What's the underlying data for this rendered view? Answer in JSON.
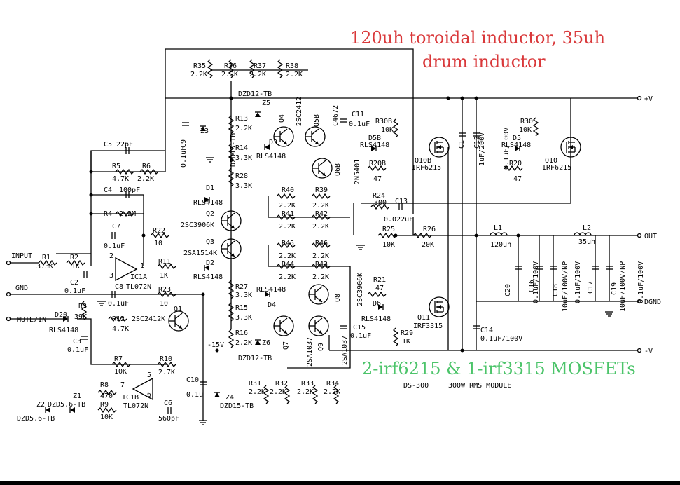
{
  "notes": {
    "inductor_note_line1": "120uh toroidal inductor, 35uh",
    "inductor_note_line2": "drum inductor",
    "mosfet_note": "2-irf6215 & 1-irf3315 MOSFETs",
    "note_color_red": "#d9383a",
    "note_color_green": "#4cc46a"
  },
  "footer": {
    "model": "DS-300",
    "description": "300W RMS MODULE"
  },
  "ports": {
    "input": "INPUT",
    "gnd": "GND",
    "mute": "MUTE/IN",
    "pos_rail": "+V",
    "neg_rail": "-V",
    "out": "OUT",
    "dgnd": "DGND",
    "neg15": "-15V"
  },
  "components": {
    "R1": [
      "R1",
      "3.3K"
    ],
    "R2": [
      "R2",
      "1K"
    ],
    "R3": [
      "R3",
      "39K"
    ],
    "R4": [
      "R4",
      "2.2M"
    ],
    "R5": [
      "R5",
      "4.7K"
    ],
    "R6": [
      "R6",
      "2.2K"
    ],
    "R7": [
      "R7",
      "10K"
    ],
    "R8": [
      "R8",
      "470"
    ],
    "R9": [
      "R9",
      "10K"
    ],
    "R10": [
      "R10",
      "2.7K"
    ],
    "R11": [
      "R11",
      "1K"
    ],
    "R12": [
      "R12",
      "4.7K"
    ],
    "R13": [
      "R13",
      "2.2K"
    ],
    "R14": [
      "R14",
      "3.3K"
    ],
    "R15": [
      "R15",
      "3.3K"
    ],
    "R16": [
      "R16",
      "2.2K"
    ],
    "R20": [
      "R20",
      "47"
    ],
    "R20B": [
      "R20B",
      "47"
    ],
    "R21": [
      "R21",
      "47"
    ],
    "R22": [
      "R22",
      "10"
    ],
    "R23": [
      "R23",
      "10"
    ],
    "R24": [
      "R24",
      "300"
    ],
    "R25": [
      "R25",
      "10K"
    ],
    "R26": [
      "R26",
      "20K"
    ],
    "R27": [
      "R27",
      "3.3K"
    ],
    "R28": [
      "R28",
      "3.3K"
    ],
    "R29": [
      "R29",
      "1K"
    ],
    "R30": [
      "R30",
      "10K"
    ],
    "R30B": [
      "R30B",
      "10K"
    ],
    "R31": [
      "R31",
      "2.2K"
    ],
    "R32": [
      "R32",
      "2.2K"
    ],
    "R33": [
      "R33",
      "2.2K"
    ],
    "R34": [
      "R34",
      "2.2K"
    ],
    "R35": [
      "R35",
      "2.2K"
    ],
    "R36": [
      "R36",
      "2.2K"
    ],
    "R37": [
      "R37",
      "2.2K"
    ],
    "R38": [
      "R38",
      "2.2K"
    ],
    "R39": [
      "R39",
      "2.2K"
    ],
    "R40": [
      "R40",
      "2.2K"
    ],
    "R41": [
      "R41",
      "2.2K"
    ],
    "R42": [
      "R42",
      "2.2K"
    ],
    "R43": [
      "R43",
      "2.2K"
    ],
    "R44": [
      "R44",
      "2.2K"
    ],
    "R45": [
      "R45",
      "2.2K"
    ],
    "R46": [
      "R46",
      "2.2K"
    ],
    "C1": [
      "C1",
      "1uF/200V"
    ],
    "C2": [
      "C2",
      "0.1uF"
    ],
    "C3": [
      "C3",
      "0.1uF"
    ],
    "C4": [
      "C4",
      "100pF"
    ],
    "C5": [
      "C5",
      "22pF"
    ],
    "C6": [
      "C6",
      "560pF"
    ],
    "C7": [
      "C7",
      "0.1uF"
    ],
    "C8": [
      "C8",
      "0.1uF"
    ],
    "C9": [
      "C9",
      "0.1uF"
    ],
    "C10": [
      "C10",
      "0.1u"
    ],
    "C11": [
      "C11",
      "0.1uF"
    ],
    "C12": [
      "C12",
      "0.1uF/100V"
    ],
    "C13": [
      "C13",
      "0.022uF"
    ],
    "C14": [
      "C14",
      "0.1uF/100V"
    ],
    "C15": [
      "C15",
      "0.1uF"
    ],
    "C16": [
      "C16",
      "10uF/100V/NP"
    ],
    "C17": [
      "C17",
      "10uF/100V/NP"
    ],
    "C18": [
      "C18",
      "0.1uF/100V"
    ],
    "C19": [
      "C19",
      "0.1uF/100V"
    ],
    "C20": [
      "C20",
      "0.1uF/100V"
    ],
    "L1": [
      "L1",
      "120uh"
    ],
    "L2": [
      "L2",
      "35uh"
    ],
    "D1": [
      "D1",
      "RLS4148"
    ],
    "D2": [
      "D2",
      "RLS4148"
    ],
    "D3": [
      "D3",
      "RLS4148"
    ],
    "D4": [
      "D4",
      "RLS4148"
    ],
    "D5": [
      "D5",
      "RLS4148"
    ],
    "D5B": [
      "D5B",
      "RLS4148"
    ],
    "D6": [
      "D6",
      "RLS4148"
    ],
    "D20": [
      "D20",
      "RLS4148"
    ],
    "Z1": [
      "Z1",
      "DZD5.6-TB"
    ],
    "Z2": [
      "Z2",
      "DZD5.6-TB"
    ],
    "Z3": [
      "Z3",
      "DZD15-TB"
    ],
    "Z4": [
      "Z4",
      "DZD15-TB"
    ],
    "Z5": [
      "Z5",
      "DZD12-TB"
    ],
    "Z6": [
      "Z6",
      "DZD12-TB"
    ],
    "Q1": [
      "Q1",
      "2SC2412K"
    ],
    "Q2": [
      "Q2",
      "2SC3906K"
    ],
    "Q3": [
      "Q3",
      "2SA1514K"
    ],
    "Q4": [
      "Q4",
      "2SC2412"
    ],
    "Q5B": [
      "Q5B",
      "C4672"
    ],
    "Q6B": [
      "Q6B",
      "2N5401"
    ],
    "Q7": [
      "Q7",
      "2SA1037"
    ],
    "Q8": [
      "Q8",
      "2SC3906K"
    ],
    "Q9": [
      "Q9",
      "2SA1037"
    ],
    "Q10": [
      "Q10",
      "IRF6215"
    ],
    "Q10B": [
      "Q10B",
      "IRF6215"
    ],
    "Q11": [
      "Q11",
      "IRF3315"
    ],
    "IC1A": [
      "IC1A",
      "TL072N"
    ],
    "IC1B": [
      "IC1B",
      "TL072N"
    ]
  },
  "pins": {
    "p1": "1",
    "p2": "2",
    "p3": "3",
    "p5": "5",
    "p6": "6",
    "p7": "7"
  }
}
